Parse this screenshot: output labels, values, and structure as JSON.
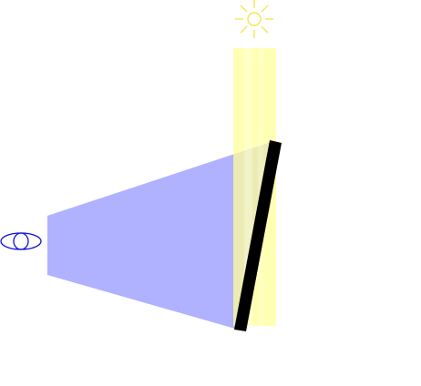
{
  "diagram": {
    "elements": [
      {
        "name": "sun-icon",
        "role": "light source"
      },
      {
        "name": "light-beam",
        "role": "incoming light"
      },
      {
        "name": "viewing-frustum",
        "role": "field of view"
      },
      {
        "name": "eye-icon",
        "role": "observer"
      },
      {
        "name": "mirror",
        "role": "reflecting surface"
      }
    ],
    "colors": {
      "sun": "#f2e85a",
      "light_beam": "#ffff99",
      "light_beam_highlight": "#fffff0",
      "frustum": "#8a8cff",
      "eye": "#1010d8",
      "mirror": "#000000",
      "background": "#ffffff"
    }
  }
}
